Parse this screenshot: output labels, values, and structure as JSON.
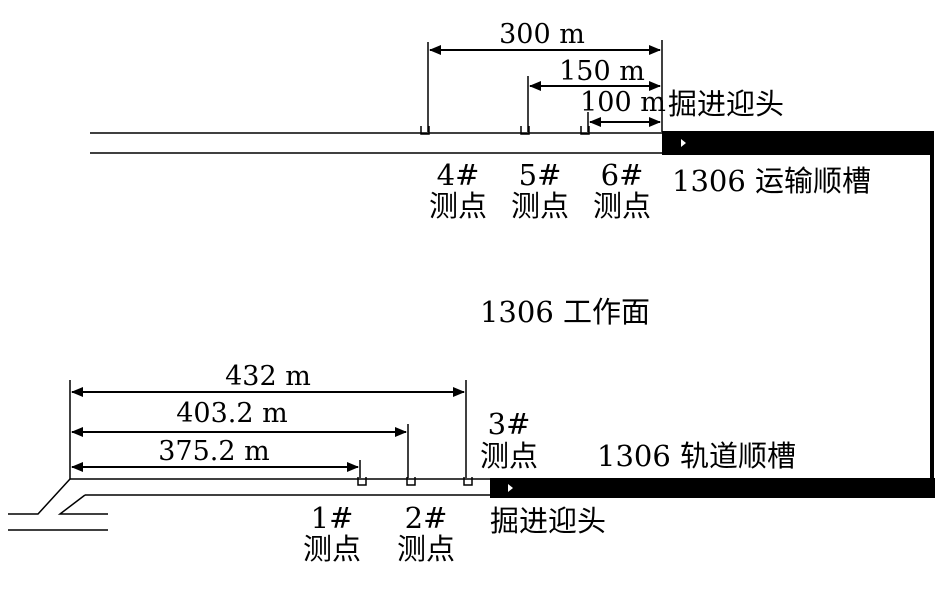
{
  "transport_roadway": {
    "name": "1306 运输顺槽",
    "heading_label": "掘进迎头",
    "dimensions": [
      "300 m",
      "150 m",
      "100 m"
    ],
    "points": [
      {
        "num": "4#",
        "label": "测点"
      },
      {
        "num": "5#",
        "label": "测点"
      },
      {
        "num": "6#",
        "label": "测点"
      }
    ]
  },
  "working_face": {
    "name": "1306 工作面"
  },
  "track_roadway": {
    "name": "1306 轨道顺槽",
    "heading_label": "掘进迎头",
    "dimensions": [
      "432 m",
      "403.2 m",
      "375.2 m"
    ],
    "points": [
      {
        "num": "1#",
        "label": "测点"
      },
      {
        "num": "2#",
        "label": "测点"
      },
      {
        "num": "3#",
        "label": "测点"
      }
    ]
  }
}
